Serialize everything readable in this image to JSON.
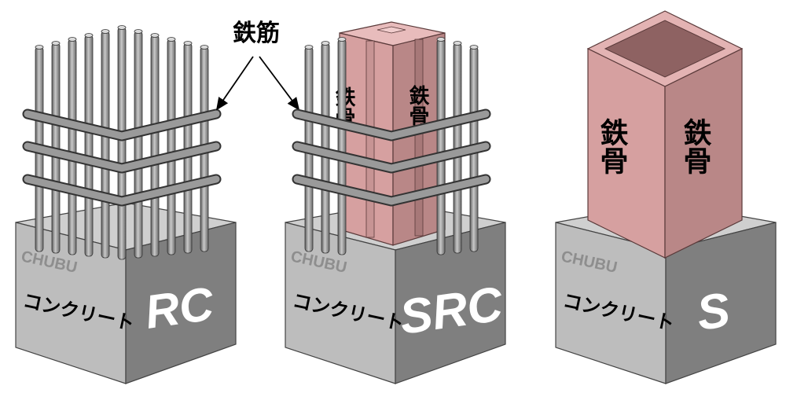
{
  "rebar_label": "鉄筋",
  "steel_label": "鉄骨",
  "columns": [
    {
      "id": "rc",
      "type_label": "RC",
      "material_label": "コンクリート",
      "brand": "CHUBU"
    },
    {
      "id": "src",
      "type_label": "SRC",
      "material_label": "コンクリート",
      "brand": "CHUBU",
      "steel_label": "鉄骨"
    },
    {
      "id": "s",
      "type_label": "S",
      "material_label": "コンクリート",
      "brand": "CHUBU",
      "steel_label": "鉄骨"
    }
  ],
  "colors": {
    "concrete_top": "#cfcfcf",
    "concrete_left": "#b9b9b9",
    "concrete_right": "#7d7d7d",
    "steel_front": "#d9a3a3",
    "steel_side": "#b78686",
    "steel_top": "#e8bcbc",
    "rebar": "#9a9a9a"
  }
}
